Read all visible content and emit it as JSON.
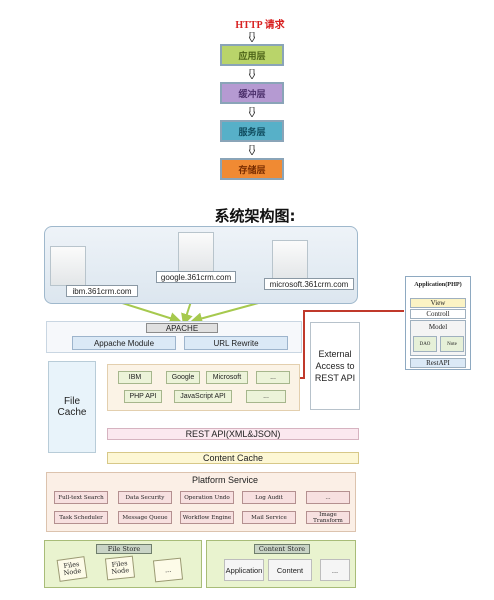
{
  "layers": {
    "http_request": "HTTP 请求",
    "items": [
      "应用层",
      "缓冲层",
      "服务层",
      "存储层"
    ]
  },
  "arch_title": "系统架构图:",
  "clients": [
    "ibm.361crm.com",
    "google.361crm.com",
    "microsoft.361crm.com"
  ],
  "apache": {
    "title": "APACHE",
    "module": "Appache Module",
    "rewrite": "URL Rewrite"
  },
  "file_cache": "File Cache",
  "api_row1": [
    "IBM",
    "Google",
    "Microsoft",
    "..."
  ],
  "api_row2": [
    "PHP API",
    "JavaScript API",
    "..."
  ],
  "external_access": "External Access to REST API",
  "rest_api": "REST API(XML&JSON)",
  "content_cache": "Content Cache",
  "platform": {
    "title": "Platform Service",
    "row1": [
      "Full-text Search",
      "Data Security",
      "Operation Undo",
      "Log Audit",
      "..."
    ],
    "row2": [
      "Task Scheduler",
      "Message Queue",
      "Workflow Engine",
      "Mail Service",
      "Image Transform"
    ]
  },
  "file_store": {
    "title": "File Store",
    "nodes": [
      "Files Node",
      "Files Node",
      "..."
    ]
  },
  "content_store": {
    "title": "Content Store",
    "items": [
      "Application",
      "Content",
      "..."
    ]
  },
  "app_panel": {
    "title": "Application(PHP)",
    "view": "View",
    "controller": "Controll",
    "model": "Model",
    "dao": "DAO",
    "note": "Note",
    "restapi": "RestAPI"
  },
  "colors": {
    "layer1": "#b9d46a",
    "layer2": "#b59ad2",
    "layer3": "#57b0c8",
    "layer4": "#f08a33",
    "link_green": "#a6c94e",
    "link_red": "#c0392b"
  }
}
